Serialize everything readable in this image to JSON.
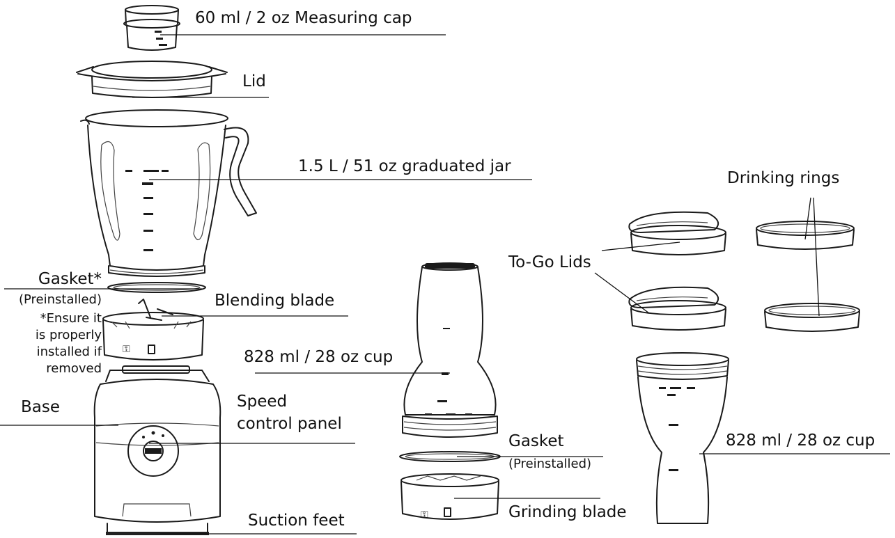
{
  "labels": {
    "measuring_cap": "60 ml / 2 oz Measuring cap",
    "lid": "Lid",
    "jar": "1.5 L / 51 oz graduated jar",
    "gasket_top": "Gasket*",
    "preinstalled_top": "(Preinstalled)",
    "ensure_note_1": "*Ensure it",
    "ensure_note_2": "is properly",
    "ensure_note_3": "installed if",
    "ensure_note_4": "removed",
    "blending_blade": "Blending blade",
    "base": "Base",
    "speed_control_1": "Speed",
    "speed_control_2": "control panel",
    "suction_feet": "Suction feet",
    "cup_middle": "828 ml / 28 oz cup",
    "gasket_bottom": "Gasket",
    "preinstalled_bottom": "(Preinstalled)",
    "grinding_blade": "Grinding blade",
    "drinking_rings": "Drinking rings",
    "to_go_lids": "To-Go Lids",
    "cup_right": "828 ml / 28 oz cup"
  }
}
